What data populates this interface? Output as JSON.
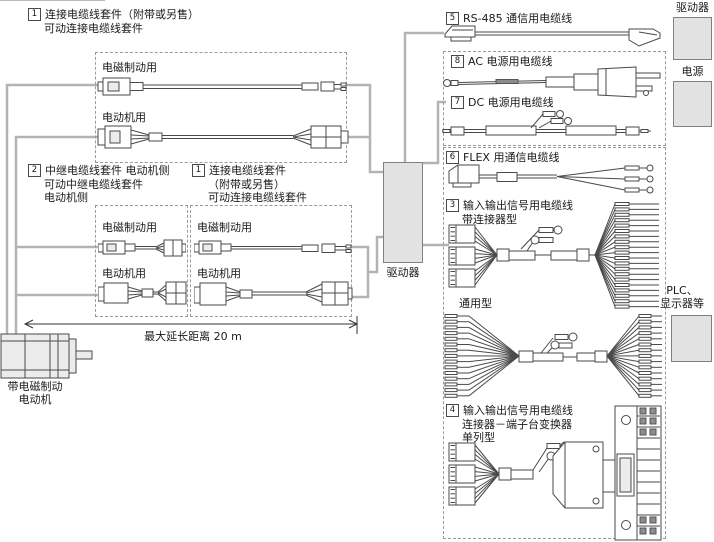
{
  "sections": {
    "connect_top": {
      "num": "1",
      "line1": "连接电缆线套件（附带或另售）",
      "line2": "可动连接电缆线套件",
      "brake": "电磁制动用",
      "motor": "电动机用"
    },
    "relay": {
      "num": "2",
      "line1": "中继电缆线套件 电动机侧",
      "line2": "可动中继电缆线套件",
      "line3": "电动机侧",
      "brake": "电磁制动用",
      "motor": "电动机用"
    },
    "connect_mid": {
      "num": "1",
      "line1": "连接电缆线套件",
      "line2": "（附带或另售）",
      "line3": "可动连接电缆线套件",
      "brake": "电磁制动用",
      "motor": "电动机用"
    },
    "rs485": {
      "num": "5",
      "title": "RS-485 通信用电缆线"
    },
    "ac": {
      "num": "8",
      "title": "AC 电源用电缆线"
    },
    "dc": {
      "num": "7",
      "title": "DC 电源用电缆线"
    },
    "flex": {
      "num": "6",
      "title": "FLEX 用通信电缆线"
    },
    "io3": {
      "num": "3",
      "title": "输入输出信号用电缆线",
      "subtitle": "带连接器型",
      "general": "通用型"
    },
    "io4": {
      "num": "4",
      "title": "输入输出信号用电缆线",
      "subtitle1": "连接器－端子台变换器",
      "subtitle2": "单列型"
    }
  },
  "devices": {
    "driver_center": "驱动器",
    "driver_top": "驱动器",
    "power": "电源",
    "plc1": "PLC、",
    "plc2": "显示器等",
    "motor1": "带电磁制动",
    "motor2": "电动机"
  },
  "dimension": {
    "label": "最大延长距离 20 m"
  },
  "colors": {
    "connector_line": "#b3b3b3",
    "device_box_fill": "#e2e2e2",
    "device_box_border": "#808080",
    "line_art": "#4a4a4a",
    "dashed_border": "#9a9a9a",
    "text": "#1a1a1a"
  }
}
